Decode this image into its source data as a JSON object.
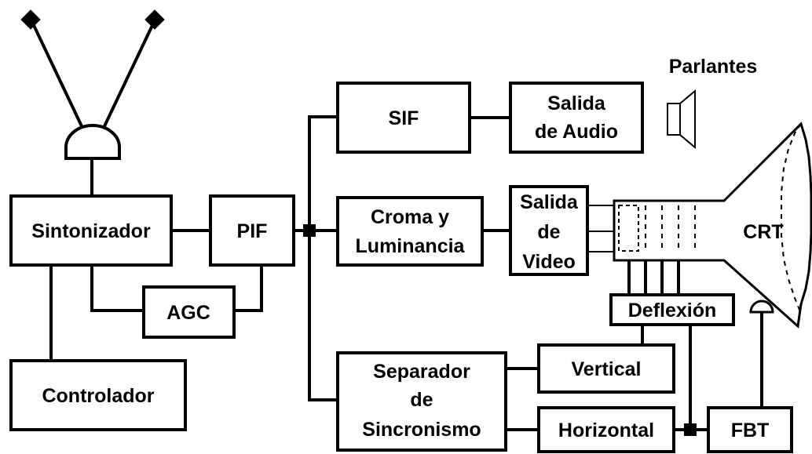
{
  "blocks": {
    "sintonizador": "Sintonizador",
    "controlador": "Controlador",
    "pif": "PIF",
    "agc": "AGC",
    "sif": "SIF",
    "salida_audio": [
      "Salida",
      "de Audio"
    ],
    "croma": [
      "Croma y",
      "Luminancia"
    ],
    "salida_video": [
      "Salida",
      "de",
      "Video"
    ],
    "crt": "CRT",
    "deflexion": "Deflexión",
    "separador": [
      "Separador",
      "de",
      "Sincronismo"
    ],
    "vertical": "Vertical",
    "horizontal": "Horizontal",
    "fbt": "FBT",
    "parlantes": "Parlantes"
  }
}
